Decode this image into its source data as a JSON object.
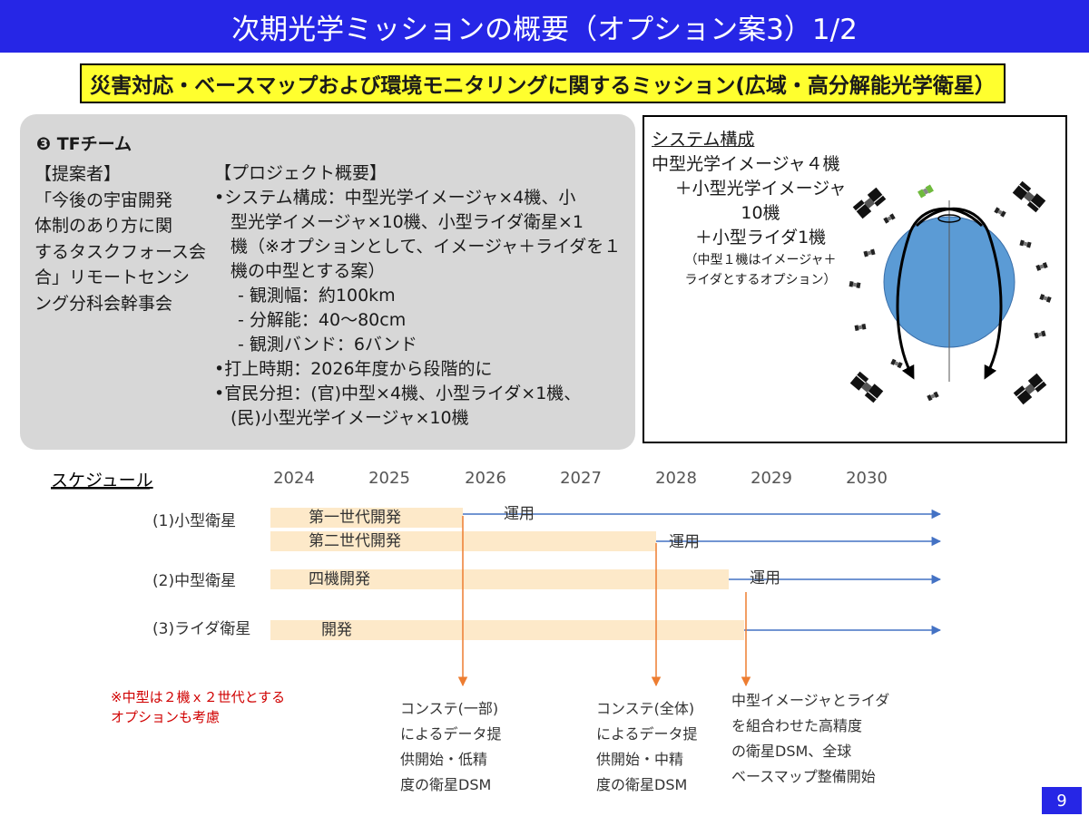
{
  "header": {
    "title": "次期光学ミッションの概要（オプション案3）1/2"
  },
  "banner": {
    "text": "災害対応・ベースマップおよび環境モニタリングに関するミッション(広域・高分解能光学衛星）"
  },
  "team": {
    "title": "❸ TFチーム",
    "proposer_lines": [
      "【提案者】",
      "「今後の宇宙開発",
      "体制のあり方に関",
      "するタスクフォース会",
      "合」リモートセンシ",
      "ング分科会幹事会"
    ],
    "overview_heading": "【プロジェクト概要】",
    "overview_lines": [
      "•システム構成：中型光学イメージャ×4機、小",
      "型光学イメージャ×10機、小型ライダ衛星×1",
      "機（※オプションとして、イメージャ＋ライダを１",
      "機の中型とする案）",
      "- 観測幅：約100km",
      "- 分解能：40～80cm",
      "- 観測バンド：6バンド",
      "•打上時期：2026年度から段階的に",
      "•官民分担：(官)中型×4機、小型ライダ×1機、",
      "(民)小型光学イメージャ×10機"
    ]
  },
  "system": {
    "lines": [
      "システム構成",
      "中型光学イメージャ４機",
      "＋小型光学イメージャ",
      "10機",
      "＋小型ライダ1機"
    ],
    "note_lines": [
      "（中型１機はイメージャ＋",
      "ライダとするオプション）"
    ],
    "globe_color": "#5b9bd5"
  },
  "schedule": {
    "title": "スケジュール",
    "years": [
      "2024",
      "2025",
      "2026",
      "2027",
      "2028",
      "2029",
      "2030"
    ],
    "rows": [
      {
        "label": "(1)小型衛星",
        "phase": "第一世代開発",
        "op": "運用"
      },
      {
        "label": "",
        "phase": "第二世代開発",
        "op": "運用"
      },
      {
        "label": "(2)中型衛星",
        "phase": "四機開発",
        "op": "運用"
      },
      {
        "label": "(3)ライダ衛星",
        "phase": "開発",
        "op": ""
      }
    ],
    "note_lines": [
      "※中型は２機ｘ２世代とする",
      "オプションも考慮"
    ],
    "milestones": [
      {
        "lines": [
          "コンステ(一部)",
          "によるデータ提",
          "供開始・低精",
          "度の衛星DSM"
        ]
      },
      {
        "lines": [
          "コンステ(全体)",
          "によるデータ提",
          "供開始・中精",
          "度の衛星DSM"
        ]
      },
      {
        "lines": [
          "中型イメージャとライダ",
          "を組合わせた高精度",
          "の衛星DSM、全球",
          "ベースマップ整備開始"
        ]
      }
    ],
    "colors": {
      "bar": "#fde9c9",
      "arrow": "#4472c4",
      "milestone": "#ed7d31",
      "note": "#d00000"
    }
  },
  "page": {
    "number": "9"
  }
}
